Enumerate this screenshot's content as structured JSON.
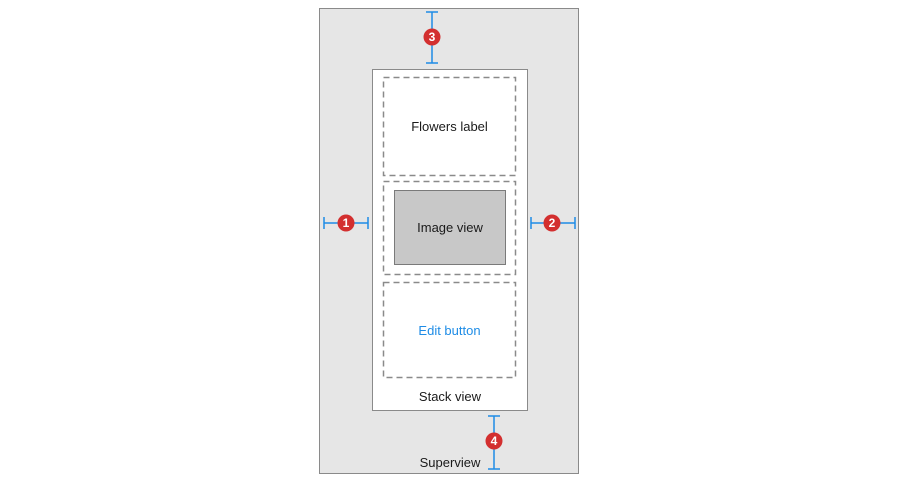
{
  "labels": {
    "flowers_label": "Flowers label",
    "image_view": "Image view",
    "edit_button": "Edit button",
    "stack_view": "Stack view",
    "superview": "Superview"
  },
  "badges": {
    "b1": "1",
    "b2": "2",
    "b3": "3",
    "b4": "4"
  },
  "colors": {
    "constraint": "#1e8ce6",
    "badge": "#d32f2f",
    "button_text": "#1e8ce6",
    "superview_fill": "#e6e6e6",
    "image_fill": "#c8c8c8"
  }
}
